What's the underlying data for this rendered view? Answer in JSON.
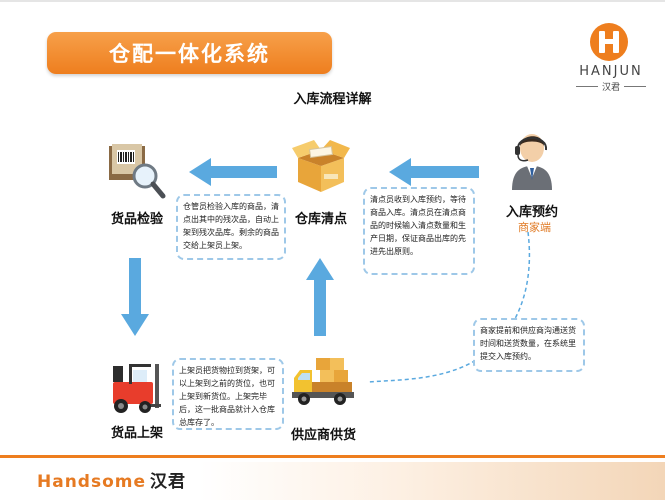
{
  "banner": {
    "title": "仓配一体化系统"
  },
  "logo": {
    "text_en": "HANJUN",
    "text_cn": "汉君"
  },
  "subtitle": "入库流程详解",
  "nodes": {
    "inspect": {
      "label": "货品检验",
      "icon": "barcode-magnifier-icon"
    },
    "count": {
      "label": "仓库清点",
      "icon": "open-box-icon"
    },
    "reserve": {
      "label": "入库预约",
      "sub": "商家端",
      "icon": "headset-operator-icon"
    },
    "shelve": {
      "label": "货品上架",
      "icon": "forklift-icon"
    },
    "supply": {
      "label": "供应商供货",
      "icon": "delivery-truck-icon"
    }
  },
  "notes": {
    "inspect": "仓管员检验入库的商品，清点出其中的残次品，自动上架到残次品库。剩余的商品交给上架员上架。",
    "count": "清点员收到入库预约，等待商品入库。清点员在清点商品的时候输入清点数量和生产日期，保证商品出库的先进先出原则。",
    "reserve": "商家提前和供应商沟通送货时间和送货数量，在系统里提交入库预约。",
    "shelve": "上架员把货物拉到货架，可以上架到之前的货位，也可上架到新货位。上架完毕后，这一批商品就计入仓库总库存了。"
  },
  "footer": {
    "brand": "Handsome",
    "brand_cn": "汉君"
  },
  "colors": {
    "accent": "#ee7e1e",
    "arrow": "#5aa9df",
    "note_border": "#9ec8e8"
  }
}
